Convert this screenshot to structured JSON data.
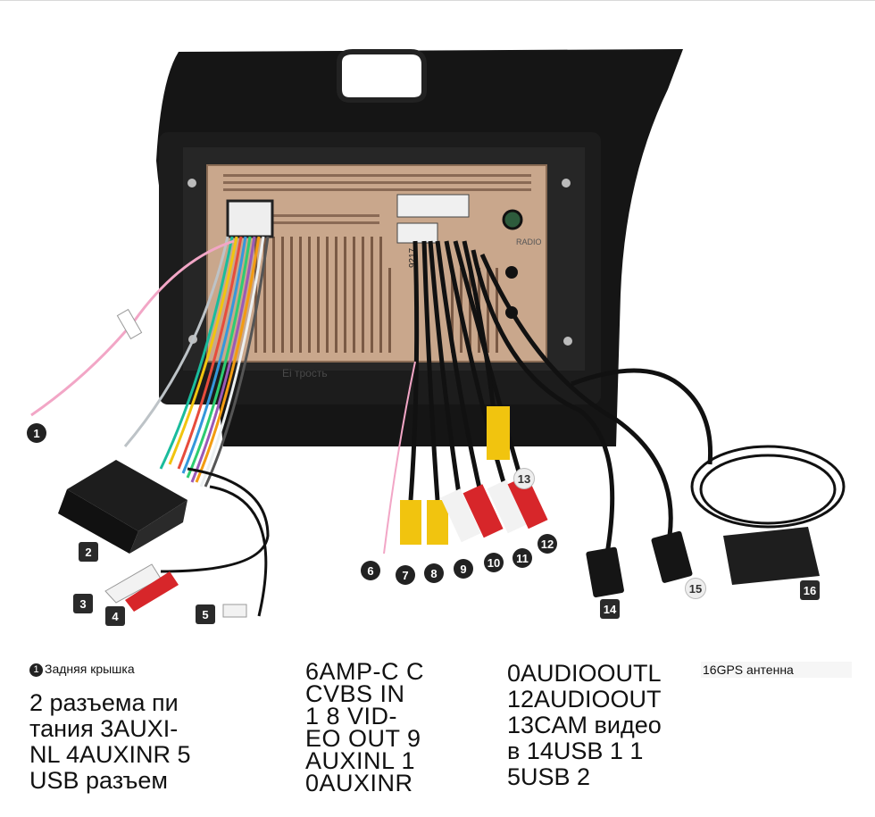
{
  "callouts": [
    {
      "label": "1"
    },
    {
      "label": "2"
    },
    {
      "label": "3"
    },
    {
      "label": "4"
    },
    {
      "label": "5"
    },
    {
      "label": "6"
    },
    {
      "label": "7"
    },
    {
      "label": "8"
    },
    {
      "label": "9"
    },
    {
      "label": "10"
    },
    {
      "label": "11"
    },
    {
      "label": "12"
    },
    {
      "label": "13"
    },
    {
      "label": "14"
    },
    {
      "label": "15"
    },
    {
      "label": "16"
    }
  ],
  "panel_labels": {
    "radio": "RADIO",
    "code": "9217",
    "watermark": "Ei трость"
  },
  "captions": {
    "col1_num": "1",
    "col1_title": "Задняя крышка",
    "col1_lines": [
      "2 разъема пи",
      "тания 3AUXI-",
      "NL 4AUXINR 5",
      "USB разъем"
    ],
    "col2_lines": [
      "6AMP-C C",
      "CVBS IN",
      "1 8 VID-",
      "EO OUT 9",
      "AUXINL 1",
      "0AUXINR"
    ],
    "col3_lines": [
      "0AUDIOOUTL",
      "12AUDIOOUT",
      "13CAM видео",
      "в 14USB 1 1",
      "5USB 2"
    ],
    "col4": "16GPS антенна"
  },
  "colors": {
    "bezel": "#141414",
    "panel": "#c9a78c",
    "rca_yellow": "#f1c40f",
    "rca_red": "#d7262a",
    "rca_white": "#f2f2f2",
    "pink_wire": "#f2a6c6"
  }
}
